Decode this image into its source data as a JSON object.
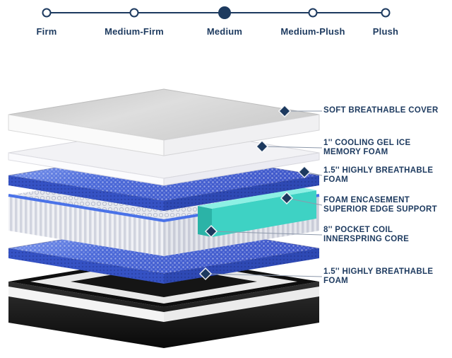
{
  "firmness_scale": {
    "selected_option": "Medium",
    "options": [
      {
        "label": "Firm",
        "selected": false
      },
      {
        "label": "Medium-Firm",
        "selected": false
      },
      {
        "label": "Medium",
        "selected": true
      },
      {
        "label": "Medium-Plush",
        "selected": false
      },
      {
        "label": "Plush",
        "selected": false
      }
    ]
  },
  "diagram": {
    "labels": [
      {
        "lines": [
          "SOFT BREATHABLE COVER"
        ]
      },
      {
        "lines": [
          "1'' COOLING GEL ICE",
          "MEMORY FOAM"
        ]
      },
      {
        "lines": [
          "1.5'' HIGHLY BREATHABLE",
          "FOAM"
        ]
      },
      {
        "lines": [
          "FOAM ENCASEMENT",
          "SUPERIOR EDGE SUPPORT"
        ]
      },
      {
        "lines": [
          "8'' POCKET COIL",
          "INNERSPRING CORE"
        ]
      },
      {
        "lines": [
          "1.5'' HIGHLY BREATHABLE",
          "FOAM"
        ]
      }
    ]
  },
  "icons": {
    "marker": "diamond"
  },
  "colors": {
    "navy": "#1d3a5f",
    "foam_blue": "#4b69d8",
    "teal": "#3ed2c4",
    "cover_gray": "#d4d4d4",
    "base_black": "#141414"
  }
}
